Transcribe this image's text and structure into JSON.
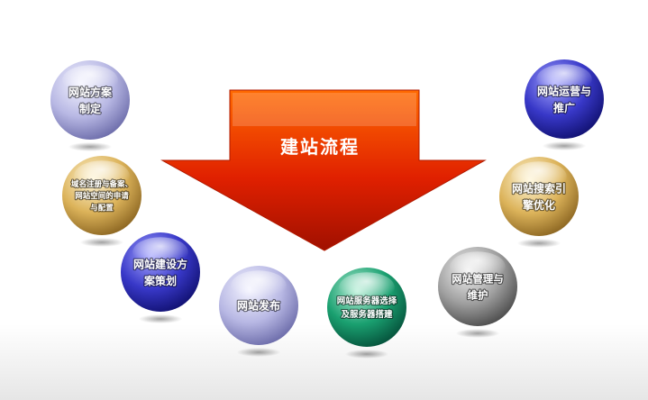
{
  "title": "建站流程",
  "steps": [
    {
      "lines": [
        "网站方案",
        "制定"
      ],
      "color": "lavender"
    },
    {
      "lines": [
        "域名注册与备案、",
        "网站空间的申请",
        "与配置"
      ],
      "color": "gold"
    },
    {
      "lines": [
        "网站建设方",
        "案策划"
      ],
      "color": "navy"
    },
    {
      "lines": [
        "网站发布"
      ],
      "color": "lavender"
    },
    {
      "lines": [
        "网站服务器选择",
        "及服务器搭建"
      ],
      "color": "green"
    },
    {
      "lines": [
        "网站管理与",
        "维护"
      ],
      "color": "gray"
    },
    {
      "lines": [
        "网站搜索引",
        "擎优化"
      ],
      "color": "gold"
    },
    {
      "lines": [
        "网站运营与",
        "推广"
      ],
      "color": "navy"
    }
  ],
  "palette": {
    "lavender": [
      "#f4f4ff",
      "#b8b8e4",
      "#6a6aa8"
    ],
    "gold": [
      "#fff6d8",
      "#dcb35a",
      "#8a6420"
    ],
    "navy": [
      "#a8a8ff",
      "#3838c8",
      "#101070"
    ],
    "green": [
      "#b8f0d8",
      "#1aa070",
      "#05503a"
    ],
    "gray": [
      "#f2f2f2",
      "#a0a0a0",
      "#4a4a4a"
    ]
  },
  "arrow_colors": [
    "#ff6a00",
    "#e02000",
    "#a01000"
  ]
}
